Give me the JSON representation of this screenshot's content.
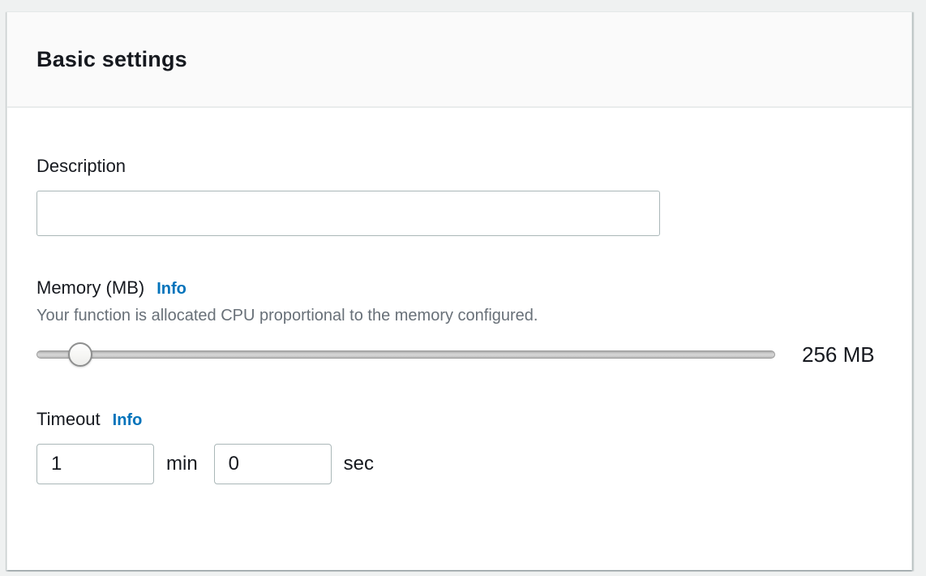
{
  "panel": {
    "title": "Basic settings"
  },
  "description": {
    "label": "Description",
    "value": "",
    "placeholder": ""
  },
  "memory": {
    "label": "Memory (MB)",
    "info_label": "Info",
    "help_text": "Your function is allocated CPU proportional to the memory configured.",
    "value_display": "256 MB",
    "slider_percent": 6
  },
  "timeout": {
    "label": "Timeout",
    "info_label": "Info",
    "minutes_value": "1",
    "minutes_unit": "min",
    "seconds_value": "0",
    "seconds_unit": "sec"
  },
  "colors": {
    "link_blue": "#0073bb",
    "heading_text": "#16191f",
    "helper_text": "#687078",
    "input_border": "#aab7b8",
    "header_background": "#fafafa",
    "page_background": "#eff1f1"
  }
}
